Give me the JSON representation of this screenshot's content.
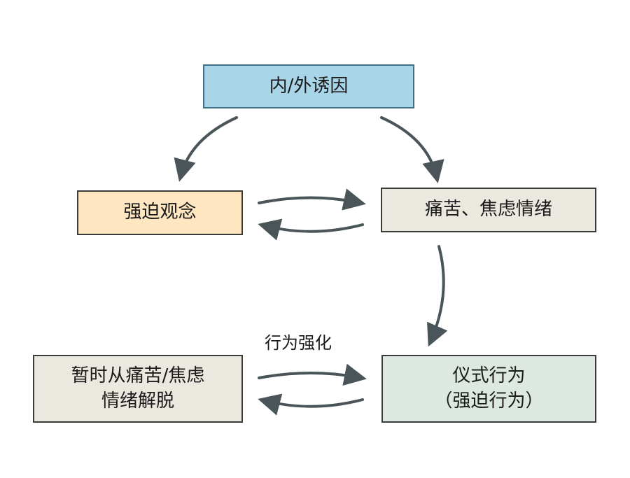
{
  "nodes": {
    "trigger": "内/外诱因",
    "obsession": "强迫观念",
    "anxiety": "痛苦、焦虑情绪",
    "relief": [
      "暂时从痛苦/焦虑",
      "情绪解脱"
    ],
    "ritual": [
      "仪式行为",
      "（强迫行为）"
    ]
  },
  "edge_labels": {
    "reinforcement": "行为强化"
  },
  "colors": {
    "trigger_fill": "#a8d5e8",
    "obsession_fill": "#fde6c0",
    "anxiety_fill": "#ebe8e0",
    "relief_fill": "#ebe8e0",
    "ritual_fill": "#dde9e0",
    "arrow": "#4a5559"
  }
}
